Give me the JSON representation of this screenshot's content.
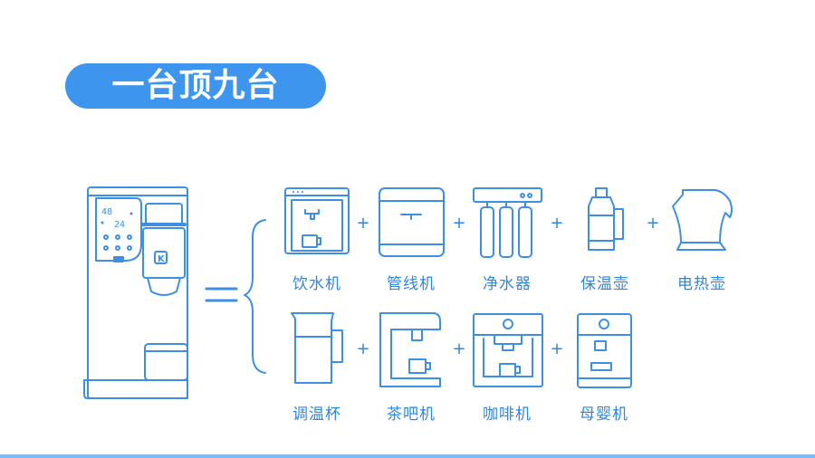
{
  "title": "一台顶九台",
  "devices_row1": [
    "饮水机",
    "管线机",
    "净水器",
    "保温壶",
    "电热壶"
  ],
  "devices_row2": [
    "调温杯",
    "茶吧机",
    "咖啡机",
    "母婴机"
  ],
  "product_display": {
    "temperature": "48",
    "value": "24",
    "logo_letter": "K"
  },
  "colors": {
    "accent": "#3d95ee",
    "line": "#3d8fe5"
  },
  "icons": [
    "water-dispenser-icon",
    "pipeline-machine-icon",
    "water-purifier-icon",
    "thermos-icon",
    "electric-kettle-icon",
    "temperature-cup-icon",
    "tea-bar-machine-icon",
    "coffee-machine-icon",
    "baby-formula-machine-icon"
  ]
}
